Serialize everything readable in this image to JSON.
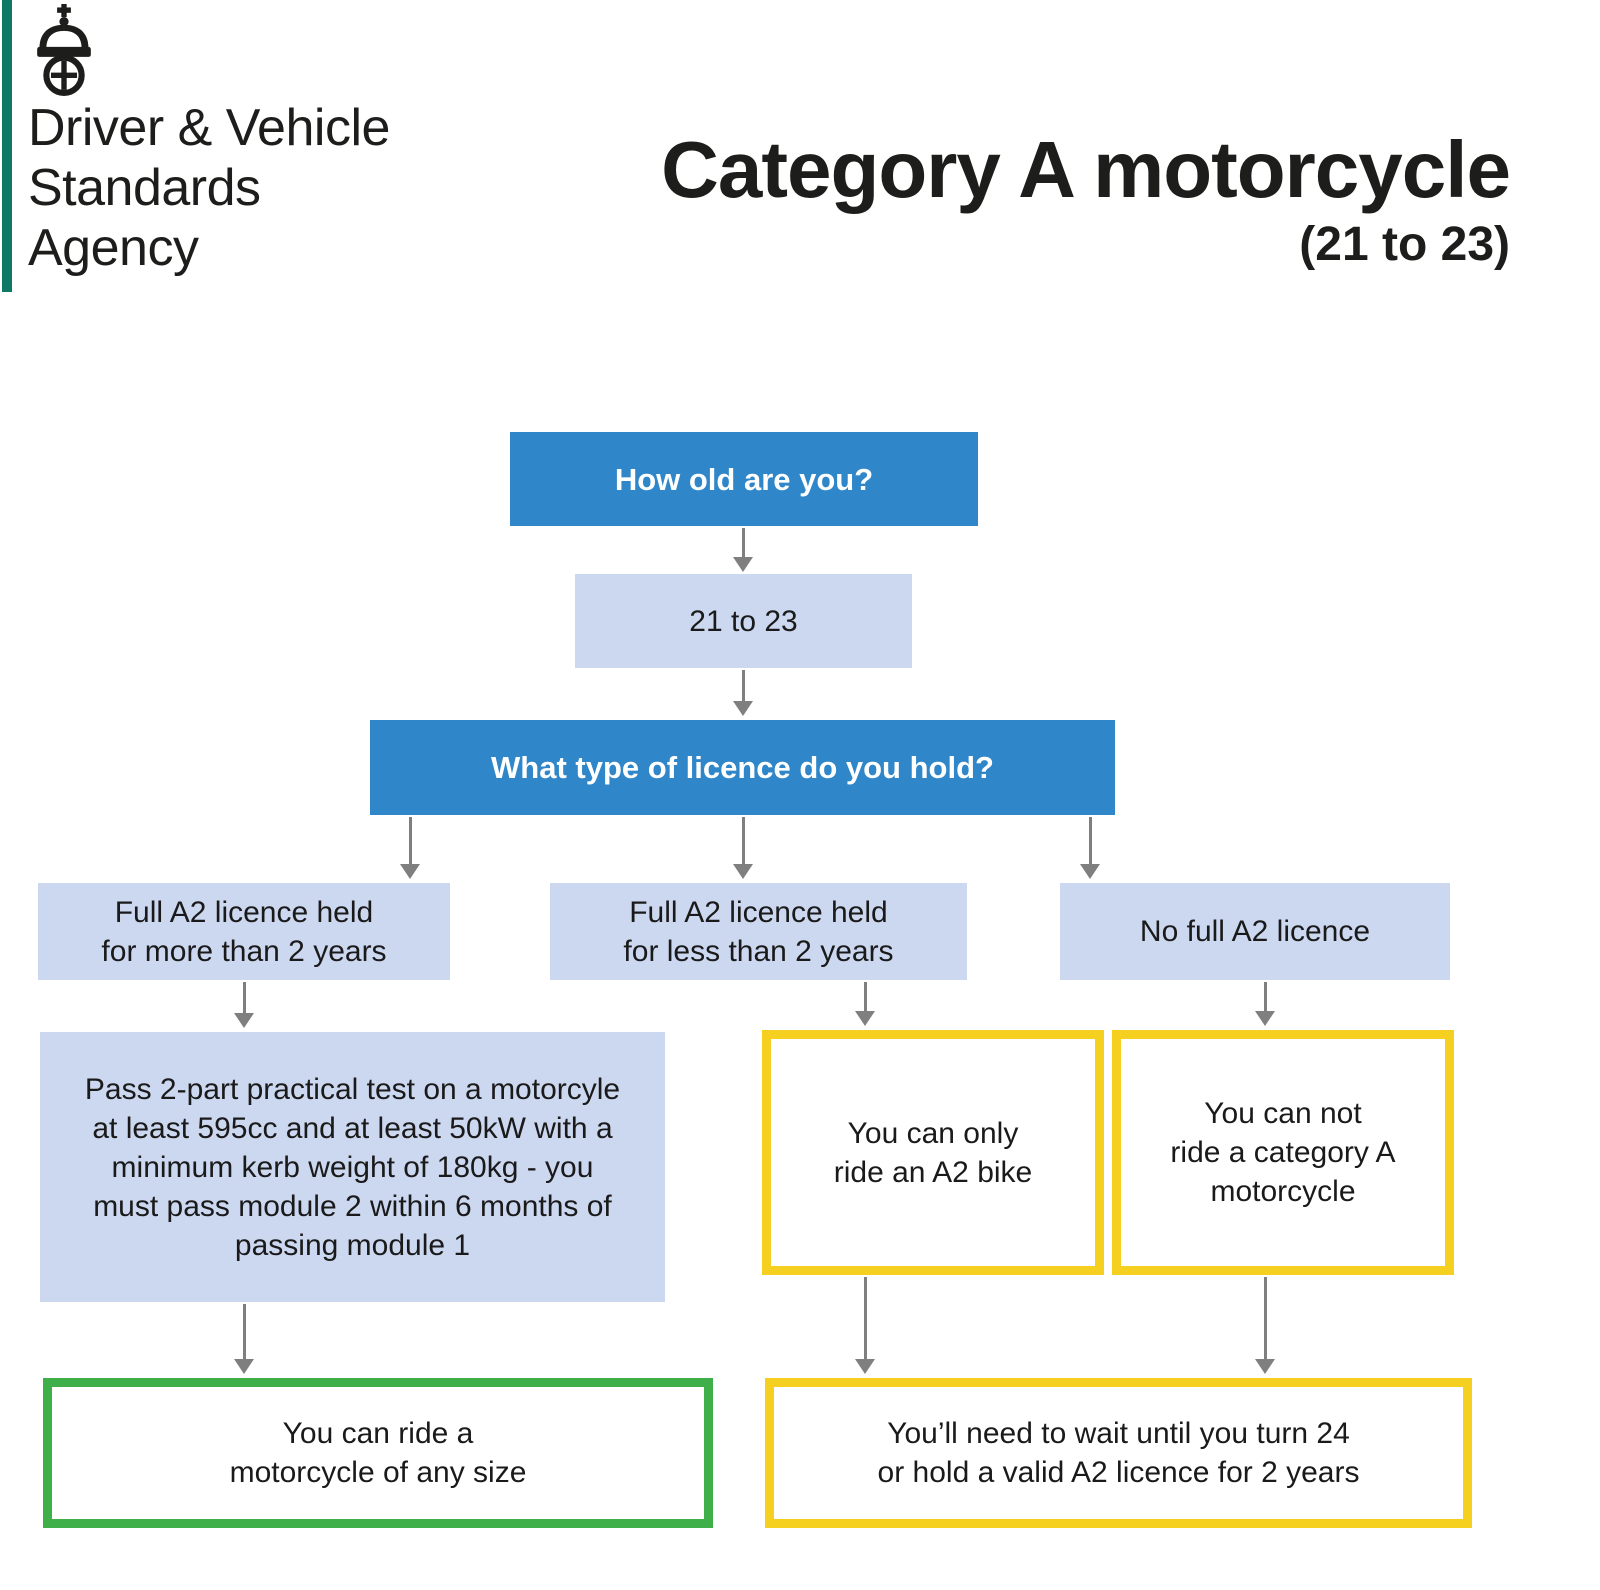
{
  "header": {
    "agency_name": "Driver & Vehicle\nStandards\nAgency",
    "title": "Category A motorcycle",
    "subtitle": "(21 to 23)"
  },
  "flowchart": {
    "question_age": "How old are you?",
    "age_answer": "21 to 23",
    "question_licence": "What type of licence do you hold?",
    "branch_more_than_2_years": "Full A2 licence held\nfor more than 2 years",
    "branch_less_than_2_years": "Full A2 licence held\nfor less than 2 years",
    "branch_no_full_a2": "No full A2 licence",
    "outcome_pass_test": "Pass 2-part practical test on a motorcyle\nat least 595cc and at least 50kW with a\nminimum kerb weight of 180kg - you\nmust pass module 2 within 6 months of\npassing module 1",
    "outcome_a2_only": "You can only\nride an A2 bike",
    "outcome_no_cat_a": "You can not\nride a category A\nmotorcycle",
    "outcome_any_size": "You can ride a\nmotorcycle of any size",
    "outcome_wait": "You’ll need to wait until you turn 24\nor hold a valid A2 licence for 2 years"
  },
  "colors": {
    "question_box_blue": "#2F86C8",
    "answer_box_blue": "#CCD7F0",
    "warning_border_yellow": "#F5D021",
    "success_border_green": "#3EAF49",
    "arrow_gray": "#7F7F7F",
    "brand_bar_teal": "#0E7A66"
  }
}
